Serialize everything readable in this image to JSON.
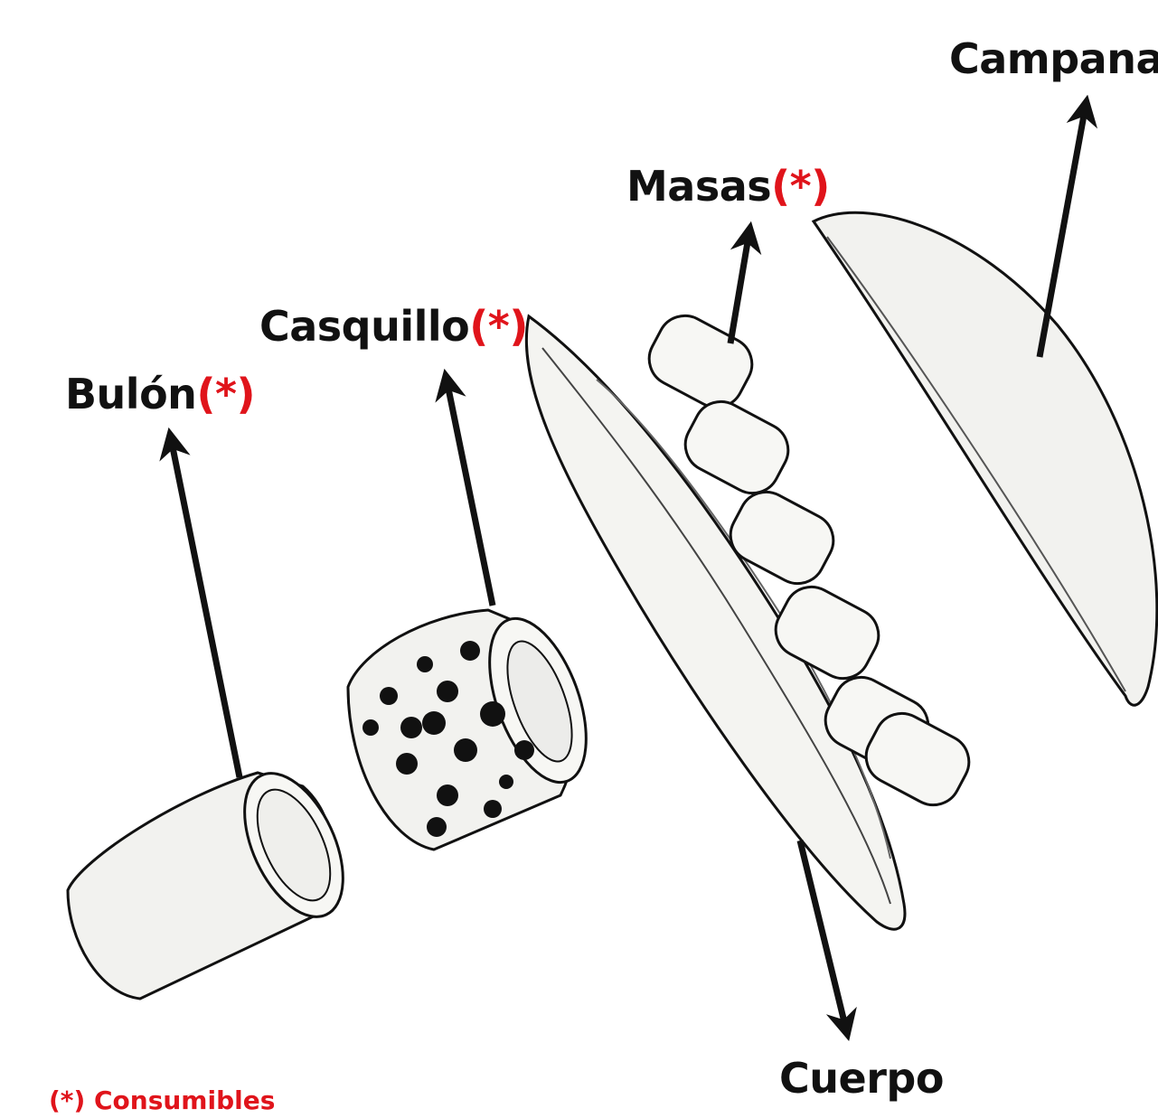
{
  "colors": {
    "ink": "#111111",
    "accent": "#e0141b",
    "part_fill": "#f2f2ef"
  },
  "labels": {
    "campana": "Campana",
    "masas": "Masas",
    "casquillo": "Casquillo",
    "bulon": "Bulón",
    "cuerpo": "Cuerpo",
    "asterisk": "(*)"
  },
  "legend": "(*) Consumibles"
}
